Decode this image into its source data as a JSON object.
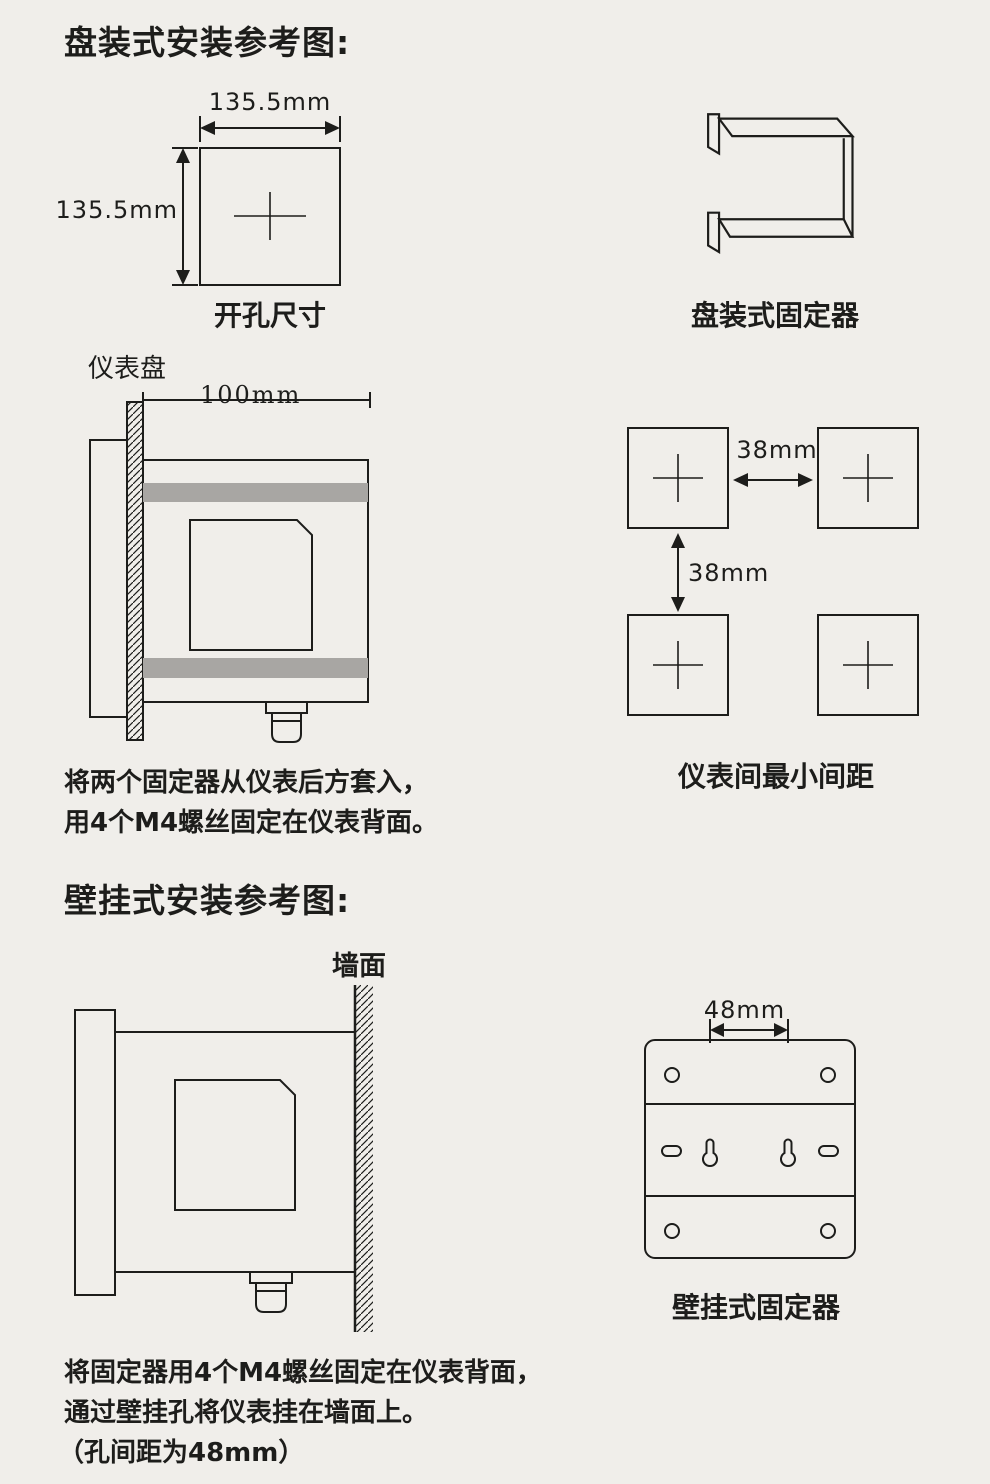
{
  "palette": {
    "background": "#f0eeea",
    "ink": "#1d1d1b",
    "fixer_gray": "#a8a6a3"
  },
  "panel": {
    "heading": "盘装式安装参考图:",
    "cutout_width": "135.5mm",
    "cutout_height": "135.5mm",
    "cutout_caption": "开孔尺寸",
    "fixer_caption": "盘装式固定器",
    "panel_label": "仪表盘",
    "depth_dim": "100mm",
    "gap_h": "38mm",
    "gap_v": "38mm",
    "spacing_caption": "仪表间最小间距",
    "note1": "将两个固定器从仪表后方套入，",
    "note2": "用4个M4螺丝固定在仪表背面。"
  },
  "wall": {
    "heading": "壁挂式安装参考图:",
    "wall_label": "墙面",
    "hole_dim": "48mm",
    "bracket_caption": "壁挂式固定器",
    "note1": "将固定器用4个M4螺丝固定在仪表背面，",
    "note2": "通过壁挂孔将仪表挂在墙面上。",
    "note3": "（孔间距为48mm）"
  }
}
